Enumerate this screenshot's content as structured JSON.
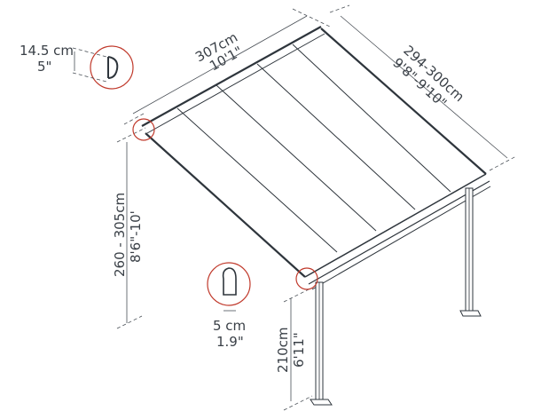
{
  "diagram": {
    "subject": "Patio cover / pergola dimensions",
    "colors": {
      "line": "#2e353c",
      "dimension": "#4a5057",
      "callout_circle": "#c0392b"
    },
    "dimensions": {
      "width": {
        "metric": "307cm",
        "imperial": "10'1\""
      },
      "depth": {
        "metric": "294-300cm",
        "imperial": "9'8\"-9'10\""
      },
      "wall_height": {
        "metric": "260 - 305cm",
        "imperial": "8'6\"-10'"
      },
      "post_height": {
        "metric": "210cm",
        "imperial": "6'11\""
      },
      "wall_bracket": {
        "metric": "14.5 cm",
        "imperial": "5\""
      },
      "post_profile": {
        "metric": "5 cm",
        "imperial": "1.9\""
      }
    },
    "callouts": [
      {
        "name": "wall-bracket-detail"
      },
      {
        "name": "wall-corner-detail"
      },
      {
        "name": "post-profile-detail"
      },
      {
        "name": "front-corner-detail"
      }
    ]
  }
}
